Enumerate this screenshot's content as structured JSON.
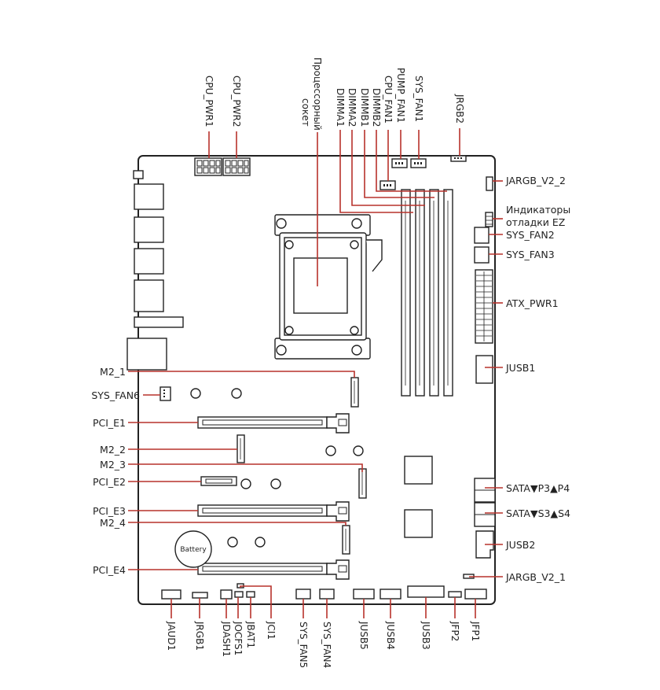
{
  "top_labels": {
    "cpu_pwr1": "CPU_PWR1",
    "cpu_pwr2": "CPU_PWR2",
    "socket": "Процессорный",
    "socket2": "сокет",
    "dimma1": "DIMMA1",
    "dimma2": "DIMMA2",
    "dimmb1": "DIMMB1",
    "dimmb2": "DIMMB2",
    "cpu_fan1": "CPU_FAN1",
    "pump_fan1": "PUMP_FAN1",
    "sys_fan1": "SYS_FAN1",
    "jrgb2": "JRGB2"
  },
  "right_labels": {
    "jargb_v2_2": "JARGB_V2_2",
    "ez_debug1": "Индикаторы",
    "ez_debug2": "отладки EZ",
    "sys_fan2": "SYS_FAN2",
    "sys_fan3": "SYS_FAN3",
    "atx_pwr1": "ATX_PWR1",
    "jusb1": "JUSB1",
    "sata_p3p4": "SATA▼P3▲P4",
    "sata_s3s4": "SATA▼S3▲S4",
    "jusb2": "JUSB2",
    "jargb_v2_1": "JARGB_V2_1"
  },
  "left_labels": {
    "m2_1": "M2_1",
    "sys_fan6": "SYS_FAN6",
    "pci_e1": "PCI_E1",
    "m2_2": "M2_2",
    "m2_3": "M2_3",
    "pci_e2": "PCI_E2",
    "pci_e3": "PCI_E3",
    "m2_4": "M2_4",
    "pci_e4": "PCI_E4"
  },
  "bottom_labels": {
    "jaud1": "JAUD1",
    "jrgb1": "JRGB1",
    "jdash1": "JDASH1",
    "jocfs1": "JOCFS1",
    "jbat1": "JBAT1",
    "jci1": "JCI1",
    "sys_fan5": "SYS_FAN5",
    "sys_fan4": "SYS_FAN4",
    "jusb5": "JUSB5",
    "jusb4": "JUSB4",
    "jusb3": "JUSB3",
    "jfp2": "JFP2",
    "jfp1": "JFP1"
  },
  "battery_label": "Battery",
  "colors": {
    "leader": "#b7322c",
    "outline": "#222222"
  }
}
